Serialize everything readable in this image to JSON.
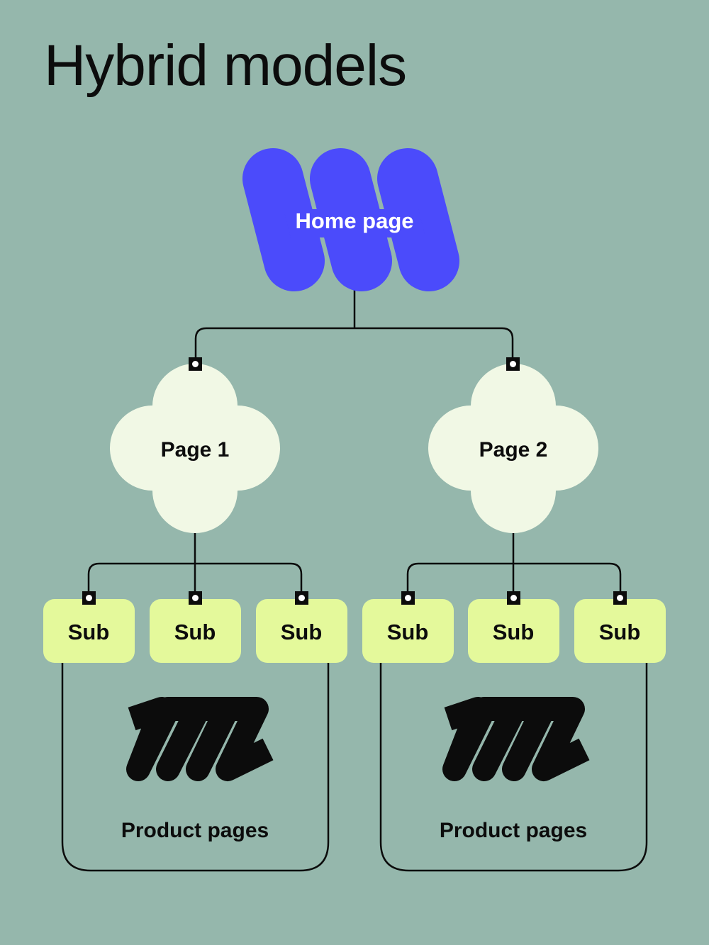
{
  "title": "Hybrid models",
  "colors": {
    "background": "#95b7ac",
    "home_fill": "#4b4bfb",
    "page_fill": "#f1f8e5",
    "sub_fill": "#e4f99b",
    "ink": "#0c0c0c",
    "home_text": "#ffffff"
  },
  "home": {
    "label": "Home page"
  },
  "pages": [
    {
      "label": "Page 1"
    },
    {
      "label": "Page 2"
    }
  ],
  "groups": [
    {
      "subs": [
        "Sub",
        "Sub",
        "Sub"
      ],
      "products_label": "Product pages",
      "icon": "zigzag-icon"
    },
    {
      "subs": [
        "Sub",
        "Sub",
        "Sub"
      ],
      "products_label": "Product pages",
      "icon": "zigzag-icon"
    }
  ]
}
